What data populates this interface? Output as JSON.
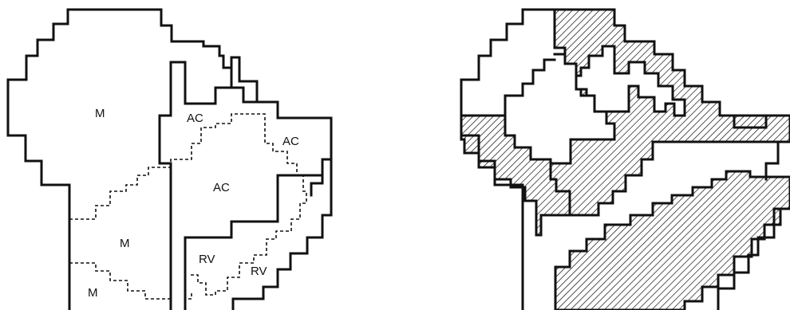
{
  "left_panel": {
    "labels": [
      {
        "key": "m_top",
        "text": "M"
      },
      {
        "key": "ac_top",
        "text": "AC"
      },
      {
        "key": "ac_right",
        "text": "AC"
      },
      {
        "key": "ac_center",
        "text": "AC"
      },
      {
        "key": "m_middle",
        "text": "M"
      },
      {
        "key": "rv_left",
        "text": "RV"
      },
      {
        "key": "rv_right",
        "text": "RV"
      },
      {
        "key": "m_bottom",
        "text": "M"
      }
    ]
  },
  "colors": {
    "stroke": "#111111",
    "background": "#ffffff"
  }
}
